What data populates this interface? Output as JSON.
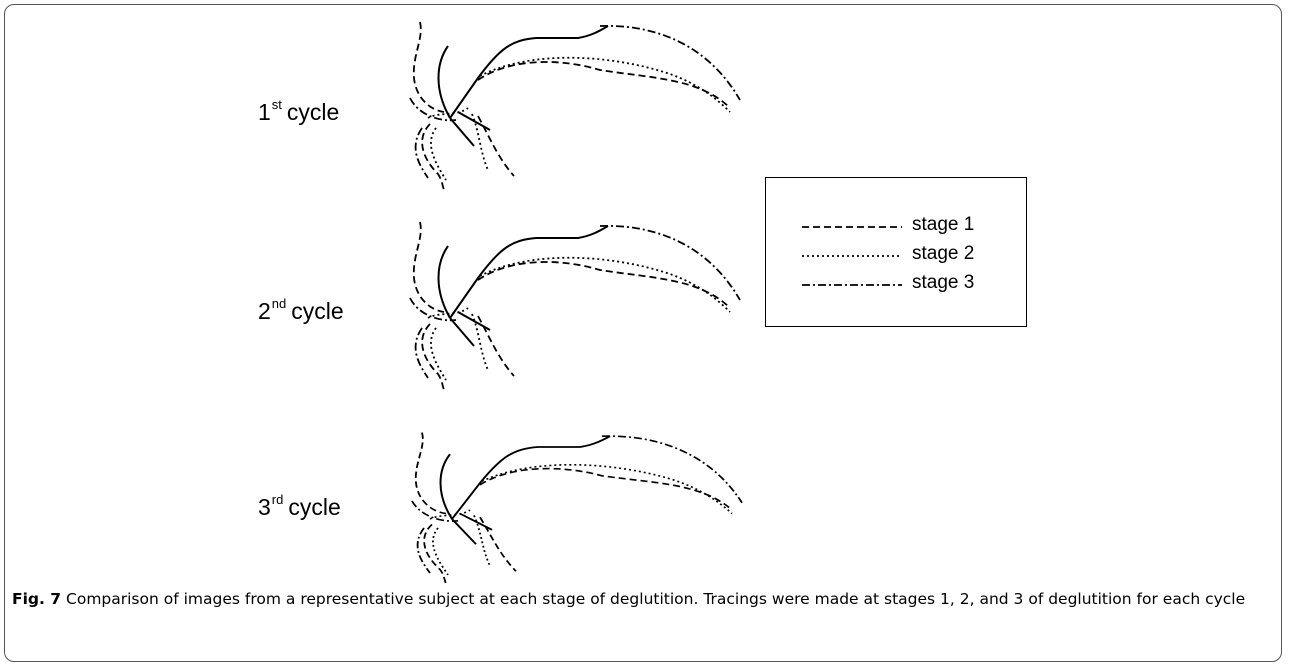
{
  "figure": {
    "cycles": [
      {
        "num": "1",
        "sup": "st",
        "word": "cycle"
      },
      {
        "num": "2",
        "sup": "nd",
        "word": "cycle"
      },
      {
        "num": "3",
        "sup": "rd",
        "word": "cycle"
      }
    ],
    "legend": [
      {
        "label": "stage 1",
        "style": "dashed"
      },
      {
        "label": "stage 2",
        "style": "dotted"
      },
      {
        "label": "stage 3",
        "style": "dash-dot"
      }
    ]
  },
  "caption": {
    "label": "Fig. 7",
    "text": "Comparison of images from a representative subject at each stage of deglutition. Tracings were made at stages 1, 2, and 3 of deglutition for each cycle"
  }
}
